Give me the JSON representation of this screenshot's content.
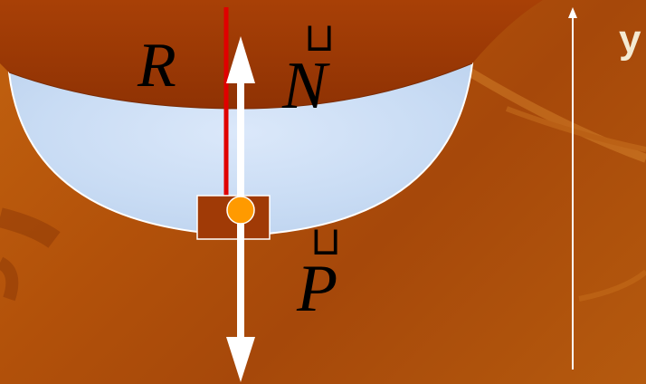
{
  "labels": {
    "radius": "R",
    "normal_force": "N",
    "normal_force_vec": "⊔",
    "weight": "P",
    "weight_vec": "⊔",
    "axis": "y"
  },
  "colors": {
    "background": "#b2510a",
    "cap": "#9c3a06",
    "bowl_fill": "#cfe0f5",
    "bowl_stroke": "#ffffff",
    "radius_line": "#e00000",
    "force_arrows": "#ffffff",
    "axis_line": "#ffffff",
    "body_block": "#a03a06",
    "ball": "#ff9a00"
  }
}
